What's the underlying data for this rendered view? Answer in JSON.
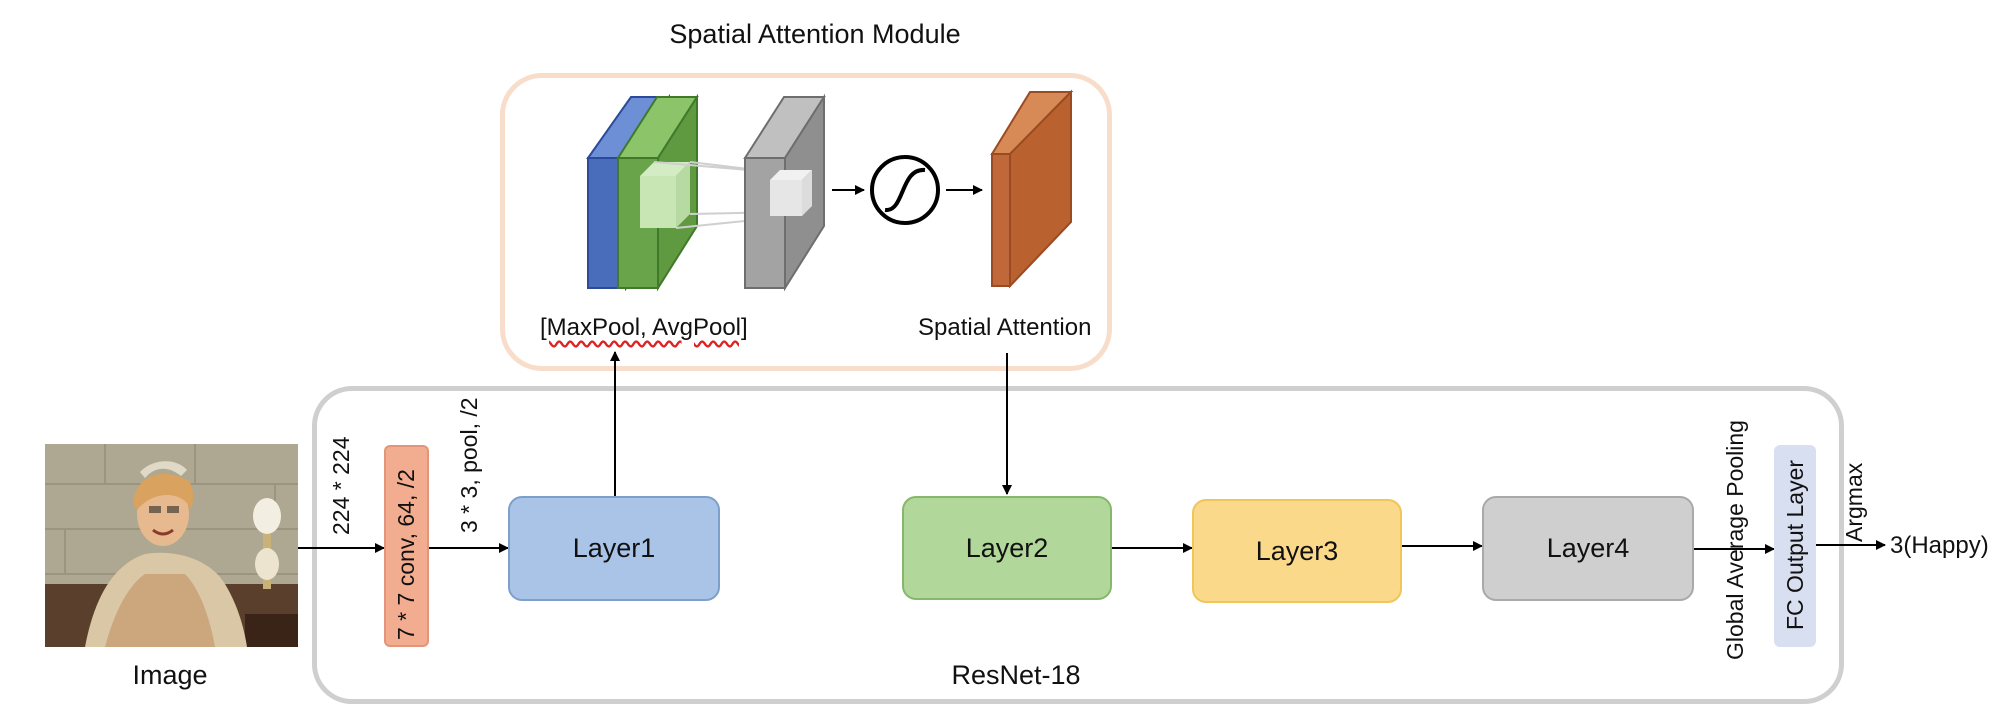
{
  "module": {
    "title": "Spatial Attention Module",
    "pool_label": "[MaxPool, AvgPool]",
    "output_label": "Spatial Attention",
    "icon": "sigmoid-icon"
  },
  "backbone": {
    "name": "ResNet-18",
    "layers": [
      "Layer1",
      "Layer2",
      "Layer3",
      "Layer4"
    ]
  },
  "input": {
    "label": "Image",
    "size": "224 * 224",
    "thumbnail": "photo of a smiling woman in a headscarf"
  },
  "stem": {
    "conv": "7 * 7 conv, 64, /2",
    "pool": "3 * 3, pool, /2"
  },
  "head": {
    "gap": "Global Average Pooling",
    "fc": "FC Output Layer",
    "argmax": "Argmax",
    "output": "3(Happy)"
  },
  "colors": {
    "layer1": "#a9c4e6",
    "layer2": "#b1d89a",
    "layer3": "#fbd98a",
    "layer4": "#cfcfcf",
    "conv": "#f2ad90",
    "fc": "#d8dff0",
    "module_border": "#f8ddca",
    "resnet_border": "#cfcfcf",
    "blue_map": "#4a6dbb",
    "green_map": "#6aa44a",
    "gray_map": "#9a9a9a",
    "orange_map": "#c0683a"
  }
}
